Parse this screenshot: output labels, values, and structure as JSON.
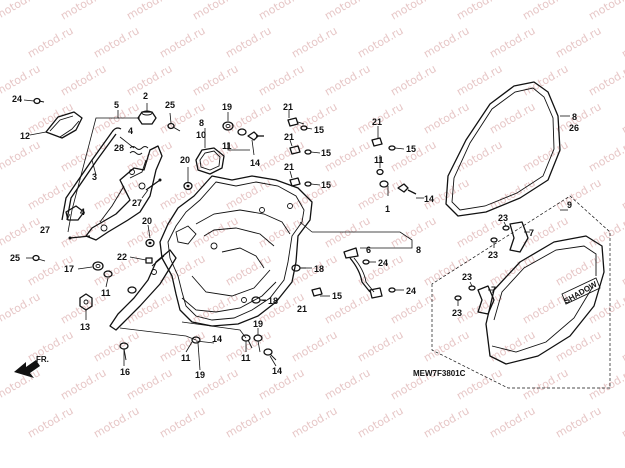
{
  "watermark": "motod.ru",
  "diagram_code": "MEW7F3801C",
  "direction_label": "FR.",
  "brand_badge": "SHADOW",
  "callouts": {
    "c24a": "24",
    "c12": "12",
    "c5": "5",
    "c4a": "4",
    "c28": "28",
    "c3": "3",
    "c2": "2",
    "c27a": "27",
    "c4b": "4",
    "c27b": "27",
    "c25a": "25",
    "c25b": "25",
    "c8a": "8",
    "c10": "10",
    "c20a": "20",
    "c19a": "19",
    "c11a": "11",
    "c14a": "14",
    "c21a": "21",
    "c15a": "15",
    "c21b": "21",
    "c15b": "15",
    "c21c": "21",
    "c15c": "15",
    "c21d": "21",
    "c15d": "15",
    "c11b": "11",
    "c1": "1",
    "c14b": "14",
    "c20b": "20",
    "c22": "22",
    "c17": "17",
    "c11c": "11",
    "c13": "13",
    "c6": "6",
    "c8b": "8",
    "c24b": "24",
    "c18a": "18",
    "c18b": "18",
    "c21e": "21",
    "c15e": "15",
    "c24c": "24",
    "c16": "16",
    "c11d": "11",
    "c19b": "19",
    "c14c": "14",
    "c19c": "19",
    "c11e": "11",
    "c14d": "14",
    "c8c": "8",
    "c26": "26",
    "c9": "9",
    "c23a": "23",
    "c23b": "23",
    "c7a": "7",
    "c23c": "23",
    "c7b": "7",
    "c23d": "23"
  }
}
